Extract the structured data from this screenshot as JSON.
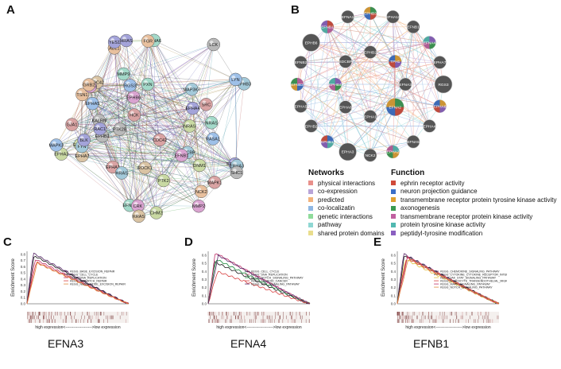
{
  "panels": {
    "a": "A",
    "b": "B",
    "c": "C",
    "d": "D",
    "e": "E"
  },
  "colors": {
    "physical": "#e8908b",
    "coexp": "#b8a4d8",
    "predicted": "#f2b27c",
    "coloc": "#8fb7e3",
    "genetic": "#8fdb9b",
    "pathway": "#8fd7d3",
    "shared": "#e9dd8d",
    "f1": "#d04a3a",
    "f2": "#3a6ec8",
    "f3": "#e0a030",
    "f4": "#3a9a50",
    "f5": "#c060a0",
    "f6": "#50b8b0",
    "f7": "#8a5fc0"
  },
  "networkA": {
    "labels": [
      "GJA1",
      "SDCBP",
      "EPHB4",
      "EPHA10",
      "EFNA3",
      "EFNA4",
      "EPHB6",
      "KALRN",
      "RGS3",
      "TSN1",
      "CDC42",
      "EPHB3",
      "DNM1",
      "EPHA4",
      "EPHA7",
      "MMP9",
      "MMP2",
      "EPHB2",
      "EPHA5",
      "NCK2",
      "EPHA1",
      "EPHA3",
      "CHM2",
      "RAC1",
      "CDC42",
      "EPHA6",
      "EFNB1",
      "PTK2B",
      "RASA1",
      "ABL1",
      "SRC",
      "FYN",
      "EPHA2",
      "BLK",
      "ROCK1",
      "PXN",
      "CRK",
      "LCK",
      "LYN",
      "FGR",
      "HCK",
      "HRAS",
      "PTK2",
      "YES1",
      "KRAS",
      "NRAS",
      "STAT3",
      "SHC1",
      "MAPK3",
      "GRB2",
      "MAPK1",
      "MAP3K7",
      "NRAS",
      "HRAS"
    ]
  },
  "networkB": {
    "labels": [
      "EPHB3",
      "EPHA10",
      "EFNB1",
      "EFNA4",
      "EPHA7",
      "RGS3",
      "EPHA6",
      "EPHA4",
      "EFNA5",
      "EPHA2",
      "NCK2",
      "EPHA3",
      "EPHB1",
      "EPHB2",
      "EPHA5",
      "EFNB3",
      "EFNB2",
      "EPHB6",
      "EFNB1",
      "EFNA1",
      "EFNA3",
      "EFNA2",
      "EPHA1",
      "EPHA8",
      "EPHB4",
      "SDCBP",
      "EPHB2",
      "TPH1"
    ]
  },
  "legend": {
    "networks_title": "Networks",
    "networks": [
      "physical interactions",
      "co-expression",
      "predicted",
      "co-localizatin",
      "genetic interactions",
      "pathway",
      "shared protein domains"
    ],
    "function_title": "Function",
    "functions": [
      "ephrin receptor activity",
      "neuron projection guidance",
      "transmembrane receptor protein tyrosine kinase activity",
      "axonogenesis",
      "transmembrane receptor protein kinase activity",
      "protein tyrosine kinase activity",
      "peptidyl-tyrosine modification"
    ]
  },
  "gsea_common": {
    "ylabel": "Enrichment Score",
    "xcaption": "high expression<-------------------->low expression"
  },
  "chart_data": [
    {
      "type": "line",
      "title": "EFNA3",
      "ylabel": "Enrichment Score",
      "yticks": [
        "0.0",
        "0.1",
        "0.2",
        "0.3",
        "0.4",
        "0.5",
        "0.6",
        "0.7",
        "0.8"
      ],
      "ylim": [
        0,
        0.85
      ],
      "series": [
        {
          "name": "KEGG_BASE_EXCISION_REPAIR",
          "color": "#5a2a6a",
          "peak": 0.82
        },
        {
          "name": "KEGG_CELL_CYCLE",
          "color": "#1a1a1a",
          "peak": 0.78
        },
        {
          "name": "KEGG_DNA_REPLICATION",
          "color": "#c0306a",
          "peak": 0.72
        },
        {
          "name": "KEGG_MISMATCH_REPAIR",
          "color": "#d84040",
          "peak": 0.68
        },
        {
          "name": "KEGG_NUCLEOTIDE_EXCISION_REPAIR",
          "color": "#e08a40",
          "peak": 0.66
        }
      ]
    },
    {
      "type": "line",
      "title": "EFNA4",
      "ylabel": "Enrichment Score",
      "yticks": [
        "0.0",
        "0.1",
        "0.2",
        "0.3",
        "0.4",
        "0.5",
        "0.6"
      ],
      "ylim": [
        0,
        0.65
      ],
      "series": [
        {
          "name": "KEGG_CELL_CYCLE",
          "color": "#1a1a1a",
          "peak": 0.52
        },
        {
          "name": "KEGG_DNA_REPLICATION",
          "color": "#c0306a",
          "peak": 0.63
        },
        {
          "name": "KEGG_NOTCH_SIGNALING_PATHWAY",
          "color": "#1a8a3a",
          "peak": 0.55
        },
        {
          "name": "KEGG_THYROID_CANCER",
          "color": "#d84040",
          "peak": 0.4
        },
        {
          "name": "KEGG_WNT_SIGNALING_PATHWAY",
          "color": "#5a2a6a",
          "peak": 0.6
        }
      ]
    },
    {
      "type": "line",
      "title": "EFNB1",
      "ylabel": "Enrichment Score",
      "yticks": [
        "0.0",
        "0.1",
        "0.2",
        "0.3",
        "0.4",
        "0.5",
        "0.6"
      ],
      "ylim": [
        0,
        0.65
      ],
      "series": [
        {
          "name": "KEGG_CHEMOKINE_SIGNALING_PATHWAY",
          "color": "#5a2a6a",
          "peak": 0.62
        },
        {
          "name": "KEGG_CYTOKINE_CYTOKINE_RECEPTOR_INTERACTION",
          "color": "#1a1a1a",
          "peak": 0.6
        },
        {
          "name": "KEGG_JAK_STAT_SIGNALING_PATHWAY",
          "color": "#e0c040",
          "peak": 0.55
        },
        {
          "name": "KEGG_LEUKOCYTE_TRANSENDOTHELIAL_MIGRATION",
          "color": "#d84040",
          "peak": 0.57
        },
        {
          "name": "KEGG_MAPK_SIGNALING_PATHWAY",
          "color": "#c0306a",
          "peak": 0.58
        },
        {
          "name": "KEGG_NOTCH_SIGNALING_PATHWAY",
          "color": "#e08a40",
          "peak": 0.56
        }
      ]
    }
  ]
}
